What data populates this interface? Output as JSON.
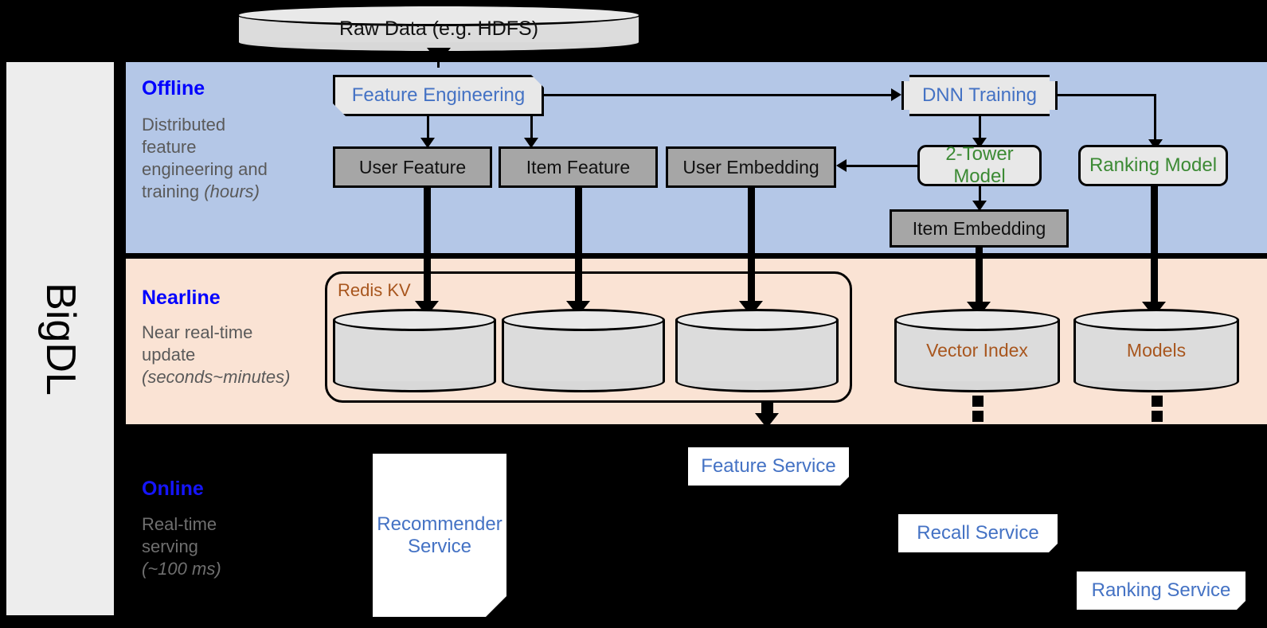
{
  "framework": {
    "name": "BigDL"
  },
  "source": {
    "label": "Raw Data (e.g. HDFS)"
  },
  "stages": [
    {
      "key": "offline",
      "title": "Offline",
      "desc_line1": "Distributed",
      "desc_line2": "feature",
      "desc_line3": "engineering and",
      "desc_line4": "training ",
      "desc_em": "(hours)"
    },
    {
      "key": "nearline",
      "title": "Nearline",
      "desc_line1": "Near real-time",
      "desc_line2": "update",
      "desc_line3": "",
      "desc_line4": "",
      "desc_em": "(seconds~minutes)"
    },
    {
      "key": "online",
      "title": "Online",
      "desc_line1": "Real-time",
      "desc_line2": "serving",
      "desc_line3": "",
      "desc_line4": "",
      "desc_em": "(~100 ms)"
    }
  ],
  "offline": {
    "feature_engineering": "Feature Engineering",
    "dnn_training": "DNN Training",
    "user_feature": "User Feature",
    "item_feature": "Item Feature",
    "user_embedding": "User Embedding",
    "two_tower_model": "2-Tower Model",
    "ranking_model": "Ranking Model",
    "item_embedding": "Item Embedding"
  },
  "nearline": {
    "redis_label": "Redis KV",
    "store_user_feature": "",
    "store_item_feature": "",
    "store_user_embedding": "",
    "vector_index": "Vector Index",
    "models": "Models"
  },
  "online": {
    "recommender_service_l1": "Recommender",
    "recommender_service_l2": "Service",
    "feature_service": "Feature Service",
    "recall_service": "Recall Service",
    "ranking_service": "Ranking Service"
  },
  "colors": {
    "offline_band": "#b4c7e7",
    "nearline_band": "#fae3d4",
    "online_band": "#000000",
    "stage_title": "#0000ff",
    "stage_desc": "#5a5a5a",
    "process_text": "#4472c4",
    "model_text": "#3c8a34",
    "store_text": "#a8561e",
    "data_box": "#a6a6a6",
    "rail": "#ededed"
  }
}
